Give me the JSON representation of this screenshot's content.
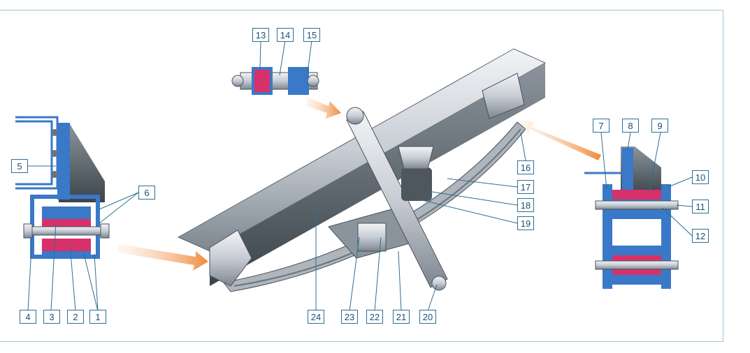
{
  "labels": {
    "l1": "1",
    "l2": "2",
    "l3": "3",
    "l4": "4",
    "l5": "5",
    "l6": "6",
    "l7": "7",
    "l8": "8",
    "l9": "9",
    "l10": "10",
    "l11": "11",
    "l12": "12",
    "l13": "13",
    "l14": "14",
    "l15": "15",
    "l16": "16",
    "l17": "17",
    "l18": "18",
    "l19": "19",
    "l20": "20",
    "l21": "21",
    "l22": "22",
    "l23": "23",
    "l24": "24"
  },
  "colors": {
    "frame": "#9fc6d6",
    "label_border": "#2d6f95",
    "blue_part": "#3a78c8",
    "red_part": "#d8306a",
    "arrow": "#f4a56a",
    "steel": "#c7cdd4"
  }
}
